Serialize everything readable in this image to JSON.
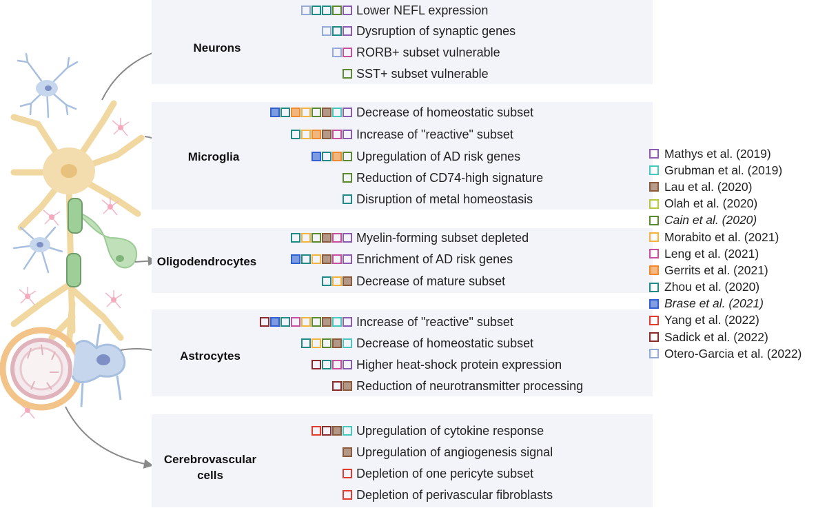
{
  "studies": {
    "mathys": {
      "label": "Mathys et al. (2019)",
      "color": "#8a5bb0",
      "fill": false,
      "italic": false
    },
    "grubman": {
      "label": "Grubman et al. (2019)",
      "color": "#45c9bf",
      "fill": false,
      "italic": false
    },
    "lau": {
      "label": "Lau et al. (2020)",
      "color": "#8a5a3a",
      "fill": true,
      "italic": false
    },
    "olah": {
      "label": "Olah et al. (2020)",
      "color": "#b7c93a",
      "fill": false,
      "italic": false
    },
    "cain": {
      "label": "Cain et al. (2020)",
      "color": "#5b8a2e",
      "fill": false,
      "italic": true
    },
    "morabito": {
      "label": "Morabito et al. (2021)",
      "color": "#f2b43f",
      "fill": false,
      "italic": false
    },
    "leng": {
      "label": "Leng et al. (2021)",
      "color": "#c74f9e",
      "fill": false,
      "italic": false
    },
    "gerrits": {
      "label": "Gerrits et al. (2021)",
      "color": "#f08a2c",
      "fill": true,
      "italic": false
    },
    "zhou": {
      "label": "Zhou et al. (2020)",
      "color": "#1f8a86",
      "fill": false,
      "italic": false
    },
    "brase": {
      "label": "Brase et al. (2021)",
      "color": "#2f5fd0",
      "fill": true,
      "italic": true
    },
    "yang": {
      "label": "Yang et al. (2022)",
      "color": "#e23a2e",
      "fill": false,
      "italic": false
    },
    "sadick": {
      "label": "Sadick et al. (2022)",
      "color": "#8b2a2a",
      "fill": false,
      "italic": false
    },
    "otero": {
      "label": "Otero-Garcia et al. (2022)",
      "color": "#93a9d6",
      "fill": false,
      "italic": false
    }
  },
  "legend_order": [
    "mathys",
    "grubman",
    "lau",
    "olah",
    "cain",
    "morabito",
    "leng",
    "gerrits",
    "zhou",
    "brase",
    "yang",
    "sadick",
    "otero"
  ],
  "sections": [
    {
      "label": "Neurons",
      "findings": [
        {
          "text": "Lower NEFL expression",
          "studies": [
            "otero",
            "zhou",
            "zhou",
            "cain",
            "mathys"
          ]
        },
        {
          "text": "Dysruption of synaptic genes",
          "studies": [
            "otero",
            "zhou",
            "mathys"
          ]
        },
        {
          "text": "RORB+ subset vulnerable",
          "studies": [
            "otero",
            "leng"
          ]
        },
        {
          "text": "SST+ subset vulnerable",
          "studies": [
            "cain"
          ]
        }
      ]
    },
    {
      "label": "Microglia",
      "findings": [
        {
          "text": "Decrease of homeostatic subset",
          "studies": [
            "brase",
            "zhou",
            "gerrits",
            "morabito",
            "cain",
            "lau",
            "grubman",
            "mathys"
          ]
        },
        {
          "text": "Increase of \"reactive\" subset",
          "studies": [
            "zhou",
            "morabito",
            "gerrits",
            "lau",
            "leng",
            "mathys"
          ]
        },
        {
          "text": "Upregulation of AD risk genes",
          "studies": [
            "brase",
            "zhou",
            "gerrits",
            "cain"
          ]
        },
        {
          "text": "Reduction of CD74-high signature",
          "studies": [
            "cain"
          ]
        },
        {
          "text": "Disruption of metal homeostasis",
          "studies": [
            "zhou"
          ]
        }
      ]
    },
    {
      "label": "Oligodendrocytes",
      "findings": [
        {
          "text": "Myelin-forming subset depleted",
          "studies": [
            "zhou",
            "morabito",
            "cain",
            "lau",
            "leng",
            "mathys"
          ]
        },
        {
          "text": "Enrichment of AD risk genes",
          "studies": [
            "brase",
            "zhou",
            "morabito",
            "lau",
            "leng",
            "mathys"
          ]
        },
        {
          "text": "Decrease of mature subset",
          "studies": [
            "zhou",
            "morabito",
            "lau"
          ]
        }
      ]
    },
    {
      "label": "Astrocytes",
      "findings": [
        {
          "text": "Increase of \"reactive\" subset",
          "studies": [
            "sadick",
            "brase",
            "zhou",
            "leng",
            "morabito",
            "cain",
            "lau",
            "grubman",
            "mathys"
          ]
        },
        {
          "text": "Decrease of homeostatic subset",
          "studies": [
            "zhou",
            "morabito",
            "cain",
            "lau",
            "grubman"
          ]
        },
        {
          "text": "Higher heat-shock protein expression",
          "studies": [
            "sadick",
            "zhou",
            "leng",
            "mathys"
          ]
        },
        {
          "text": "Reduction of neurotransmitter processing",
          "studies": [
            "sadick",
            "lau"
          ]
        }
      ]
    },
    {
      "label": "Cerebrovascular cells",
      "findings": [
        {
          "text": "Upregulation of cytokine response",
          "studies": [
            "yang",
            "sadick",
            "lau",
            "grubman"
          ]
        },
        {
          "text": "Upregulation of angiogenesis signal",
          "studies": [
            "lau"
          ]
        },
        {
          "text": "Depletion of one pericyte subset",
          "studies": [
            "yang"
          ]
        },
        {
          "text": "Depletion of perivascular fibroblasts",
          "studies": [
            "yang"
          ]
        }
      ]
    }
  ]
}
